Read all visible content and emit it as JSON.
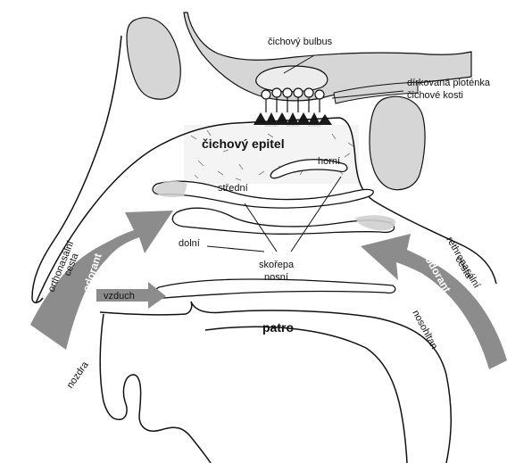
{
  "labels": {
    "bulbus": "čichový bulbus",
    "plate_line1": "dírkovaná ploténka",
    "plate_line2": "čichové kosti",
    "epitel": "čichový epitel",
    "horni": "horní",
    "stredni": "střední",
    "dolni": "dolní",
    "skorepa_line1": "skořepa",
    "skorepa_line2": "nosní",
    "patro": "patro",
    "vzduch": "vzduch",
    "nozdra": "nozdra",
    "nosohltan": "nosohltan",
    "ortho_line1": "orthonasální",
    "ortho_line2": "cesta",
    "retro_line1": "rethronasální",
    "retro_line2": "cesta",
    "odorant_left": "odorant",
    "odorant_right": "odorant"
  },
  "colors": {
    "arrow": "#8c8c8c",
    "bone": "#d6d6d6",
    "turbinate_fill": "#cfcfcf",
    "line": "#111111"
  }
}
